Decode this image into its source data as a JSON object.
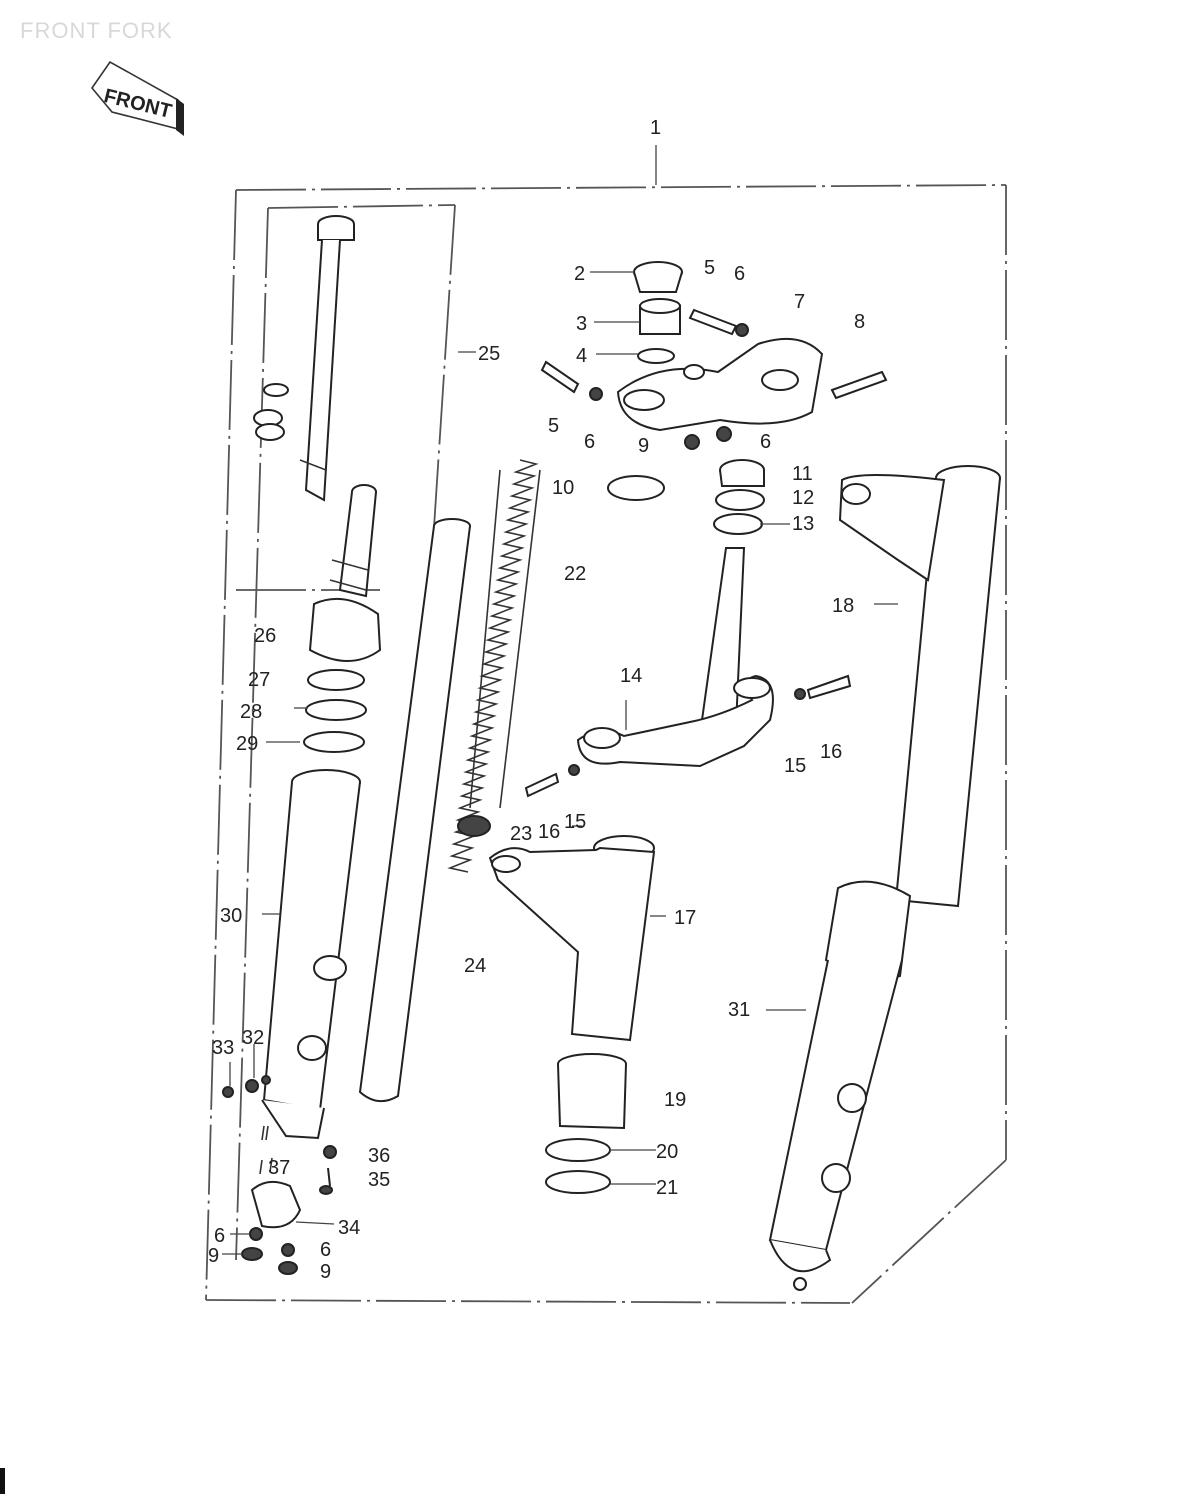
{
  "header": {
    "title": "FRONT FORK"
  },
  "front_marker": {
    "text": "FRONT"
  },
  "callouts": [
    {
      "id": "c1",
      "text": "1"
    },
    {
      "id": "c2",
      "text": "2"
    },
    {
      "id": "c3",
      "text": "3"
    },
    {
      "id": "c4",
      "text": "4"
    },
    {
      "id": "c5a",
      "text": "5"
    },
    {
      "id": "c6a",
      "text": "6"
    },
    {
      "id": "c7",
      "text": "7"
    },
    {
      "id": "c8",
      "text": "8"
    },
    {
      "id": "c25",
      "text": "25"
    },
    {
      "id": "c5b",
      "text": "5"
    },
    {
      "id": "c6b",
      "text": "6"
    },
    {
      "id": "c9a",
      "text": "9"
    },
    {
      "id": "c6c",
      "text": "6"
    },
    {
      "id": "c10",
      "text": "10"
    },
    {
      "id": "c11",
      "text": "11"
    },
    {
      "id": "c12",
      "text": "12"
    },
    {
      "id": "c13",
      "text": "13"
    },
    {
      "id": "c22",
      "text": "22"
    },
    {
      "id": "c18",
      "text": "18"
    },
    {
      "id": "c26",
      "text": "26"
    },
    {
      "id": "c27",
      "text": "27"
    },
    {
      "id": "c28",
      "text": "28"
    },
    {
      "id": "c29",
      "text": "29"
    },
    {
      "id": "c14",
      "text": "14"
    },
    {
      "id": "c15a",
      "text": "15"
    },
    {
      "id": "c16a",
      "text": "16"
    },
    {
      "id": "c23",
      "text": "23"
    },
    {
      "id": "c16b",
      "text": "16"
    },
    {
      "id": "c15b",
      "text": "15"
    },
    {
      "id": "c30",
      "text": "30"
    },
    {
      "id": "c17",
      "text": "17"
    },
    {
      "id": "c24",
      "text": "24"
    },
    {
      "id": "c31",
      "text": "31"
    },
    {
      "id": "c33",
      "text": "33"
    },
    {
      "id": "c32",
      "text": "32"
    },
    {
      "id": "c19",
      "text": "19"
    },
    {
      "id": "c36",
      "text": "36"
    },
    {
      "id": "c37",
      "text": "37"
    },
    {
      "id": "c35",
      "text": "35"
    },
    {
      "id": "c20",
      "text": "20"
    },
    {
      "id": "c21",
      "text": "21"
    },
    {
      "id": "c34",
      "text": "34"
    },
    {
      "id": "c6d",
      "text": "6"
    },
    {
      "id": "c9b",
      "text": "9"
    },
    {
      "id": "c6e",
      "text": "6"
    },
    {
      "id": "c9c",
      "text": "9"
    }
  ]
}
